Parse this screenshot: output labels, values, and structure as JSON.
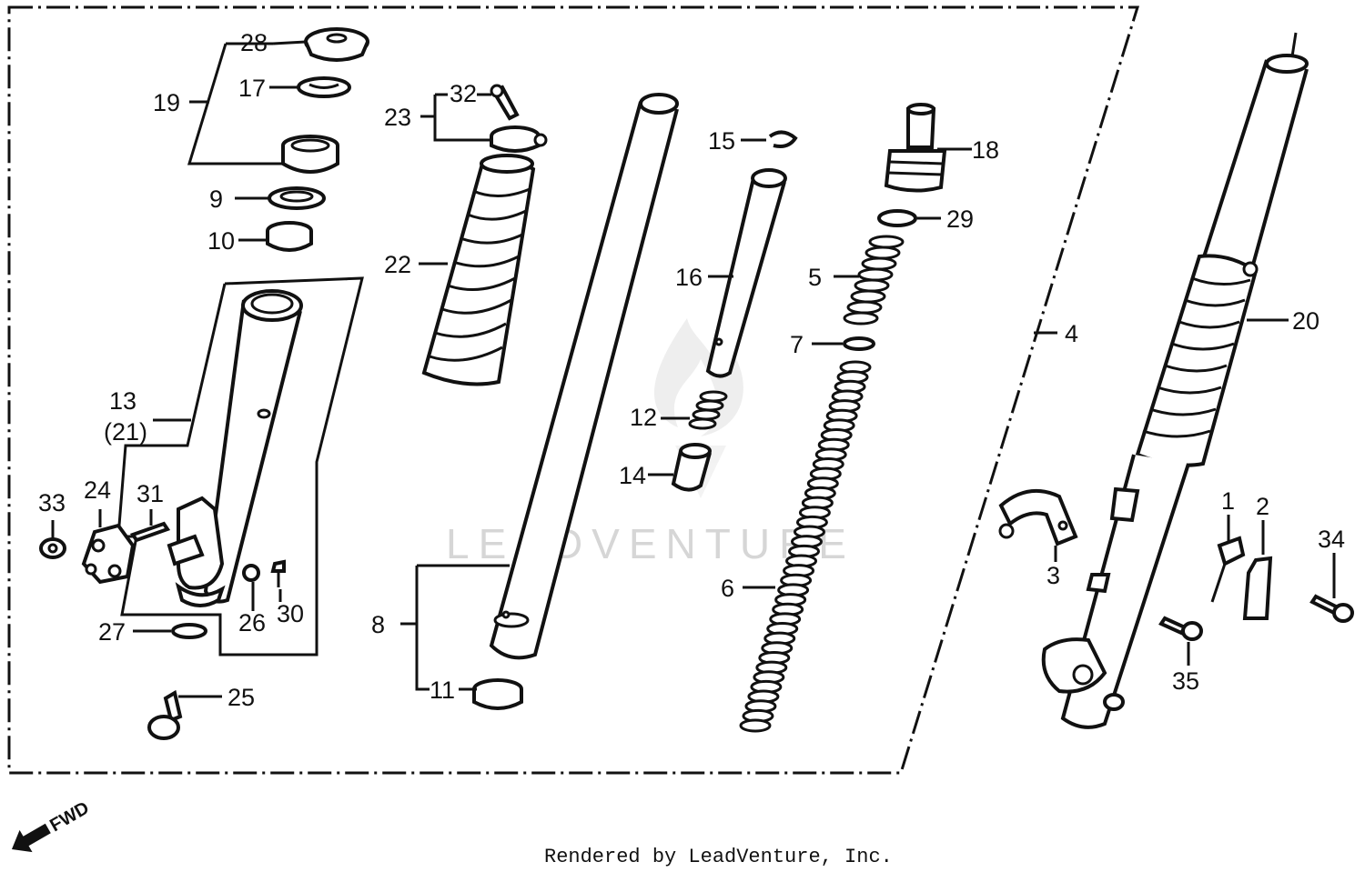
{
  "diagram": {
    "part_labels": {
      "p1": "1",
      "p2": "2",
      "p3": "3",
      "p4": "4",
      "p5": "5",
      "p6": "6",
      "p7": "7",
      "p8": "8",
      "p9": "9",
      "p10": "10",
      "p11": "11",
      "p12": "12",
      "p13": "13",
      "p13b": "(21)",
      "p14": "14",
      "p15": "15",
      "p16": "16",
      "p17": "17",
      "p18": "18",
      "p19": "19",
      "p20": "20",
      "p22": "22",
      "p23": "23",
      "p24": "24",
      "p25": "25",
      "p26": "26",
      "p27": "27",
      "p28": "28",
      "p29": "29",
      "p30": "30",
      "p31": "31",
      "p32": "32",
      "p33": "33",
      "p34": "34",
      "p35": "35"
    },
    "direction_label": "FWD",
    "watermark": "LEADVENTURE",
    "credit": "Rendered by LeadVenture, Inc."
  }
}
